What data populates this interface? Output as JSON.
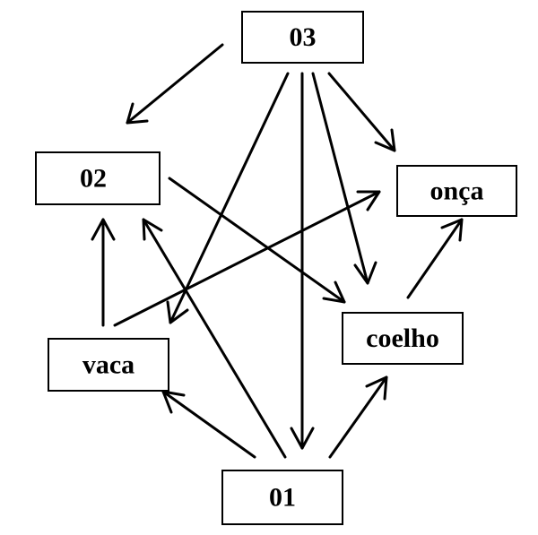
{
  "nodes": {
    "n03": {
      "label": "03"
    },
    "n02": {
      "label": "02"
    },
    "onca": {
      "label": "onça"
    },
    "vaca": {
      "label": "vaca"
    },
    "coelho": {
      "label": "coelho"
    },
    "n01": {
      "label": "01"
    }
  },
  "edges": [
    {
      "from": "03",
      "to": "02"
    },
    {
      "from": "03",
      "to": "vaca"
    },
    {
      "from": "03",
      "to": "01"
    },
    {
      "from": "03",
      "to": "coelho"
    },
    {
      "from": "03",
      "to": "onça"
    },
    {
      "from": "02",
      "to": "coelho"
    },
    {
      "from": "vaca",
      "to": "02"
    },
    {
      "from": "vaca",
      "to": "onça"
    },
    {
      "from": "coelho",
      "to": "onça"
    },
    {
      "from": "01",
      "to": "vaca"
    },
    {
      "from": "01",
      "to": "02"
    },
    {
      "from": "01",
      "to": "coelho"
    }
  ],
  "colors": {
    "stroke": "#000000",
    "background": "#ffffff"
  }
}
